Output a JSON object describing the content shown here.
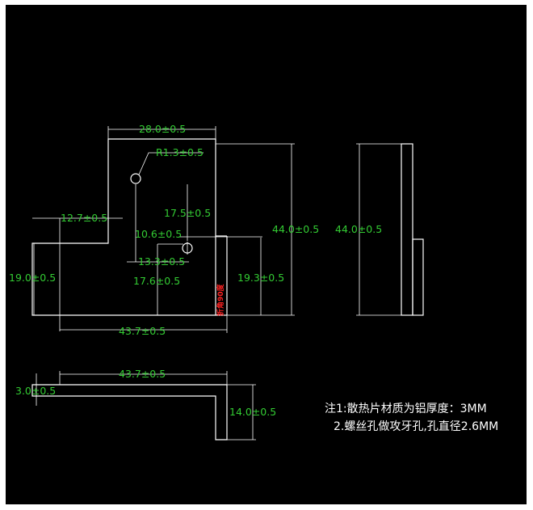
{
  "colors": {
    "background": "#000000",
    "outline": "#ffffff",
    "dimension_text": "#33cc33",
    "bend_note": "#ff2222",
    "notes_text": "#ffffff"
  },
  "dimensions": {
    "top_width": "28.0±0.5",
    "radius": "R1.3±0.5",
    "left_step": "12.7±0.5",
    "hole_height_1": "17.5±0.5",
    "hole_offset": "10.6±0.5",
    "hole_x": "13.3±0.5",
    "hole_height_2": "17.6±0.5",
    "left_height": "19.0±0.5",
    "right_height": "19.3±0.5",
    "total_height_front": "44.0±0.5",
    "total_height_side": "44.0±0.5",
    "bottom_width": "43.7±0.5",
    "unfold_width": "43.7±0.5",
    "thickness": "3.0±0.5",
    "flange_height": "14.0±0.5"
  },
  "bend_note": "折角90度",
  "notes": {
    "line1": "注1:散热片材质为铝厚度：3MM",
    "line2": "2.螺丝孔做攻牙孔,孔直径2.6MM"
  }
}
